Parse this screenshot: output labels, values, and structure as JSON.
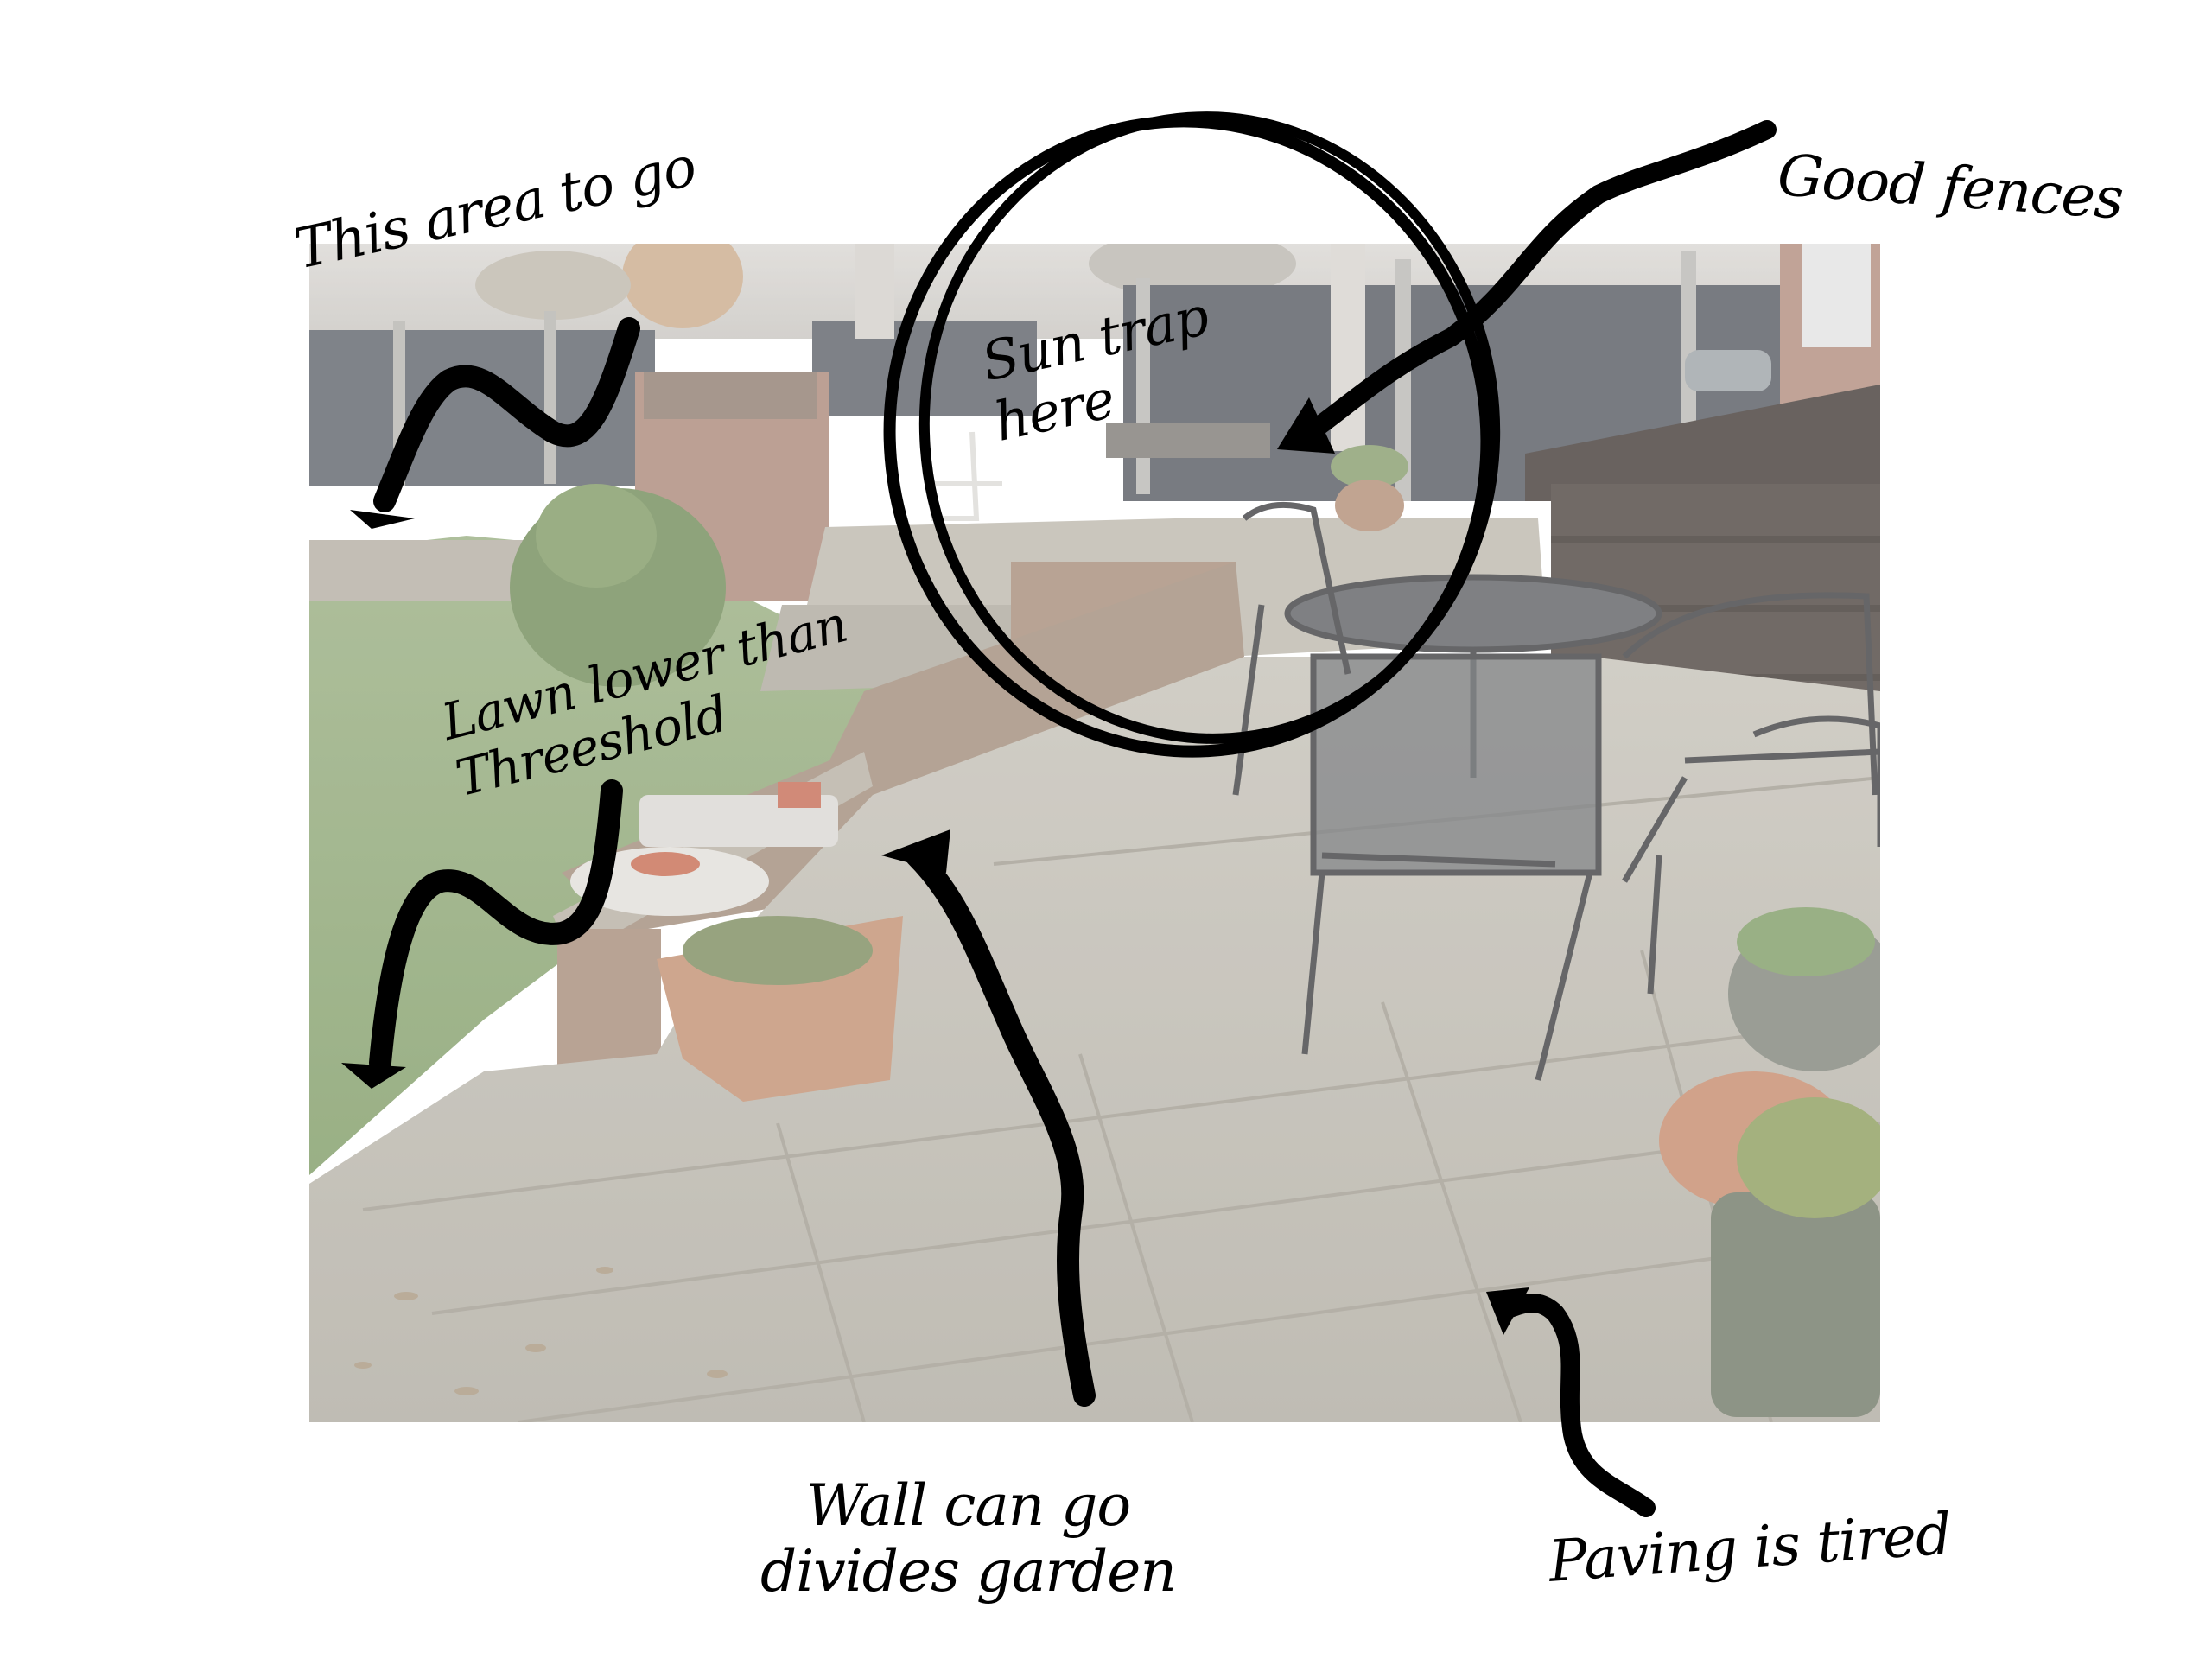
{
  "annotations": {
    "area_to_go": "This area to go",
    "sun_trap": "Sun trap\nhere",
    "good_fences": "Good fences",
    "lawn": "Lawn lower than\nThreeshold",
    "wall": "Wall can go\ndivides garden",
    "paving": "Paving is tired"
  },
  "colors": {
    "background": "#ffffff",
    "ink": "#000000",
    "fence": "#565a63",
    "lawn": "#86a06a",
    "brick": "#a78573",
    "paving": "#bdb8ad"
  }
}
